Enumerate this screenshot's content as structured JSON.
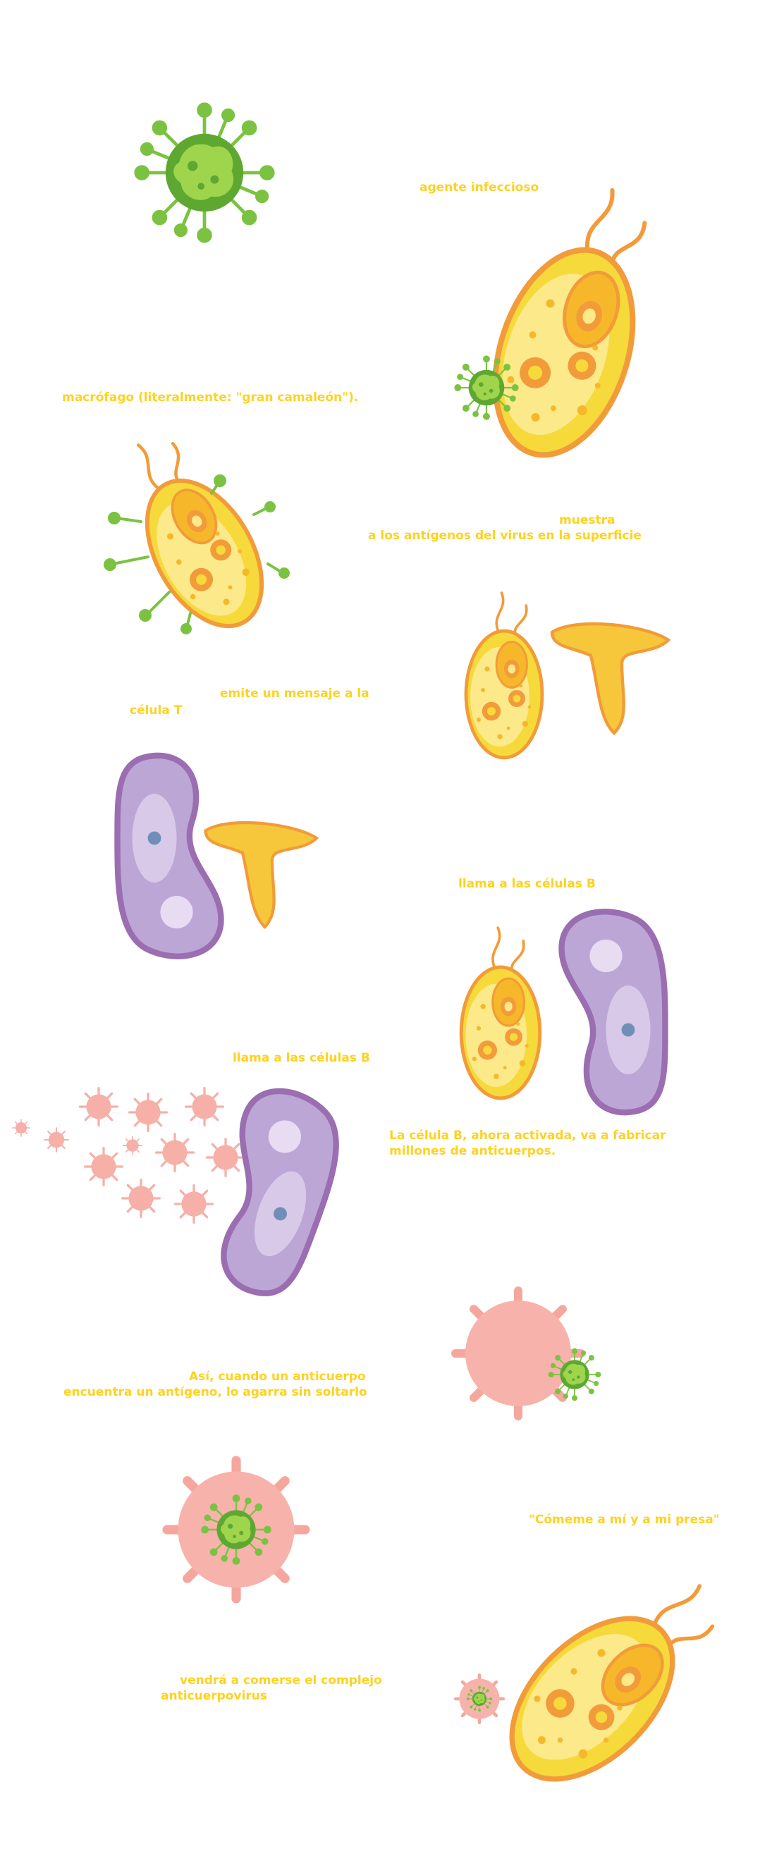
{
  "labels": {
    "agente": "agente infeccioso",
    "macrofago": "macrófago (literalmente: \"gran camaleón\").",
    "muestra_1": "muestra",
    "muestra_2": "a los antígenos del virus en la superficie",
    "emite_1": "emite un mensaje a la",
    "emite_2": "célula T",
    "llama_1": "llama a las células B",
    "llama_2": "llama a las células B",
    "celulab_1": "La célula B, ahora activada, va a fabricar",
    "celulab_2": "millones de anticuerpos.",
    "asi_1": "Así, cuando un anticuerpo",
    "asi_2": "encuentra un antígeno, lo agarra sin soltarlo",
    "comeme": "\"Cómeme a mí y a mi presa\"",
    "vendra_1": "vendrá a comerse el complejo",
    "vendra_2": "anticuerpovirus"
  },
  "colors": {
    "text": "#ffd21f",
    "virus": "#7cc242",
    "macrophage": "#f6d93a",
    "macrophage_outline": "#f29b3a",
    "tcell": "#f6c73a",
    "bcell": "#bca6d6",
    "bcell_outline": "#9a6eb0",
    "antibody": "#f6b0a8"
  }
}
